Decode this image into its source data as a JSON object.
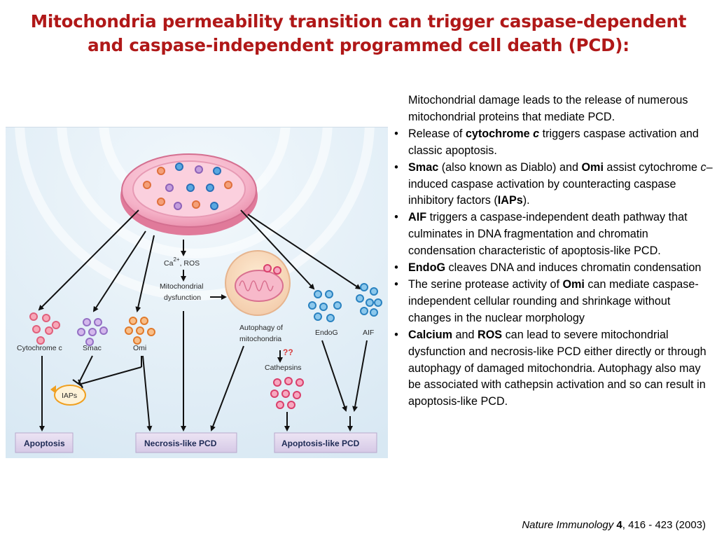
{
  "slide": {
    "title_lines": [
      "Mitochondria permeability transition can trigger caspase-dependent",
      "and caspase-independent programmed cell death (PCD):"
    ]
  },
  "colors": {
    "title": "#b01818",
    "figure_background": "#e4eff7",
    "mitochondrion_pink": "#f5b2c8",
    "outcome_box": "#e2d7ee"
  },
  "diagram": {
    "labels": {
      "ca_ros_prefix": "Ca",
      "ca_ros_superscript": "2+",
      "ca_ros_suffix": ", ROS",
      "mito_dysfunction_line1": "Mitochondrial",
      "mito_dysfunction_line2": "dysfunction",
      "autophagy_line1": "Autophagy of",
      "autophagy_line2": "mitochondria",
      "question_marks": "??",
      "cathepsins": "Cathepsins",
      "cytochrome": "Cytochrome c",
      "smac": "Smac",
      "omi": "Omi",
      "endog": "EndoG",
      "aif": "AIF",
      "iaps": "IAPs"
    },
    "outcomes": {
      "apoptosis": "Apoptosis",
      "necrosis": "Necrosis-like PCD",
      "apoptosis_like": "Apoptosis-like PCD"
    },
    "icons": {
      "mitochondrion": "mitochondrion-icon",
      "autophagosome": "autophagosome-icon",
      "iaps": "iaps-inhibitor-icon"
    }
  },
  "text": {
    "intro": "Mitochondrial damage leads to the release of numerous mitochondrial proteins that mediate PCD.",
    "bullet_glyph": "•",
    "bullets": [
      {
        "a": "Release of ",
        "b": "cytochrome ",
        "bi": "c",
        "c": " triggers caspase activation and classic apoptosis."
      },
      {
        "b1": "Smac",
        "t1": " (also known as Diablo) and ",
        "b2": "Omi",
        "t2": " assist cytochrome ",
        "i1": "c",
        "t3": "–induced caspase activation by counteracting caspase inhibitory factors (",
        "b3": "IAPs",
        "t4": ")."
      },
      {
        "b": "AIF",
        "t": " triggers a caspase-independent death pathway that culminates in DNA fragmentation and chromatin condensation characteristic of apoptosis-like PCD."
      },
      {
        "b": "EndoG",
        "t": " cleaves DNA and induces chromatin condensation"
      },
      {
        "t1": "The serine protease activity of ",
        "b": "Omi",
        "t2": " can mediate caspase-independent cellular rounding and shrinkage without changes in the nuclear morphology"
      },
      {
        "b1": "Calcium",
        "t1": " and ",
        "b2": "ROS",
        "t2": " can lead to severe mitochondrial dysfunction and necrosis-like PCD either directly or through autophagy of damaged mitochondria. Autophagy also may be associated with cathepsin activation and so can result in apoptosis-like PCD."
      }
    ]
  },
  "citation": {
    "journal": "Nature Immunology",
    "volume": "4",
    "rest": ", 416 - 423 (2003)"
  }
}
